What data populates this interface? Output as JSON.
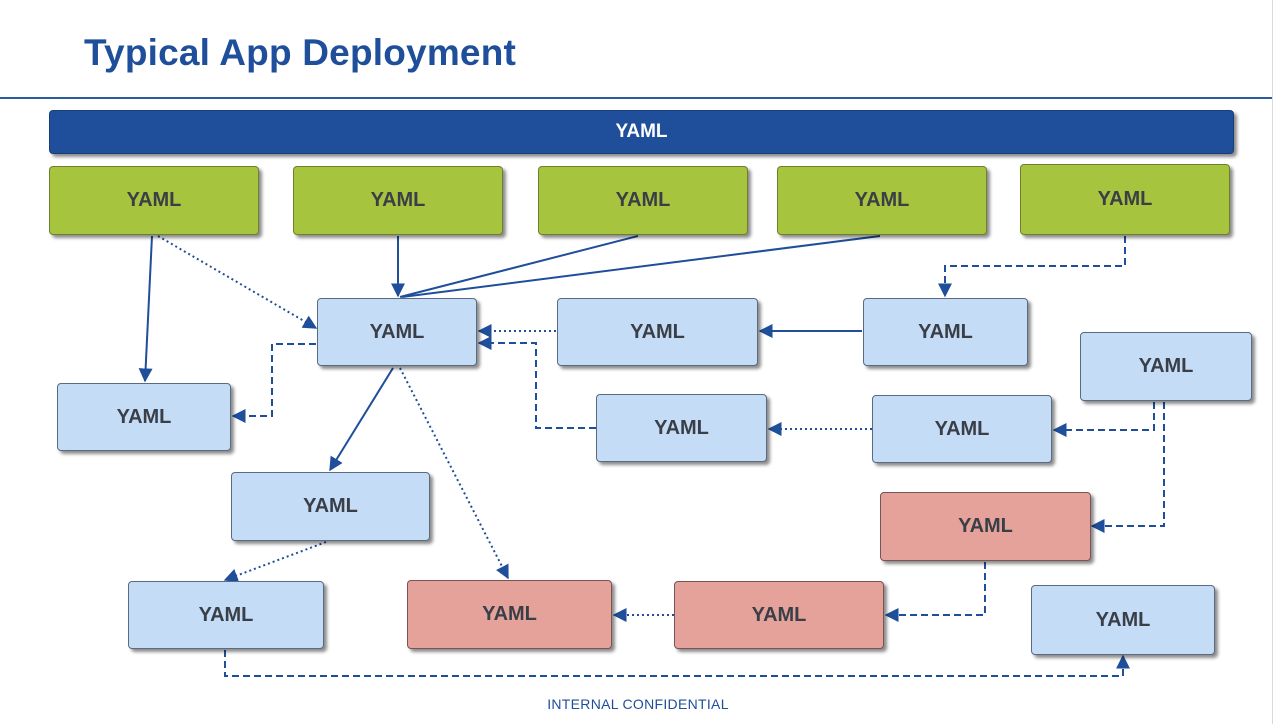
{
  "title": "Typical App Deployment",
  "footer": "INTERNAL CONFIDENTIAL",
  "colors": {
    "title": "#1f4e9a",
    "top_bar": "#1f4e9a",
    "green": "#a7c43e",
    "blue": "#c5dcf7",
    "red": "#e4a29b",
    "connector": "#1f4e9a"
  },
  "nodes": {
    "top_bar": "YAML",
    "green_1": "YAML",
    "green_2": "YAML",
    "green_3": "YAML",
    "green_4": "YAML",
    "green_5": "YAML",
    "center": "YAML",
    "blue_mid": "YAML",
    "blue_right": "YAML",
    "blue_left": "YAML",
    "blue_lower_mid": "YAML",
    "blue_lower_right": "YAML",
    "blue_far_right": "YAML",
    "blue_child": "YAML",
    "red_right": "YAML",
    "blue_bottom_left": "YAML",
    "red_bottom_mid": "YAML",
    "red_bottom_right": "YAML",
    "blue_bottom_far_right": "YAML"
  },
  "edges": [
    {
      "from": "green_1",
      "to": "blue_left",
      "style": "solid"
    },
    {
      "from": "green_1",
      "to": "center",
      "style": "dotted"
    },
    {
      "from": "green_2",
      "to": "center",
      "style": "solid"
    },
    {
      "from": "green_3",
      "to": "center",
      "style": "solid"
    },
    {
      "from": "green_4",
      "to": "center",
      "style": "solid"
    },
    {
      "from": "green_5",
      "to": "blue_right",
      "style": "dashed"
    },
    {
      "from": "blue_right",
      "to": "blue_mid",
      "style": "solid"
    },
    {
      "from": "blue_mid",
      "to": "center",
      "style": "dotted"
    },
    {
      "from": "blue_lower_mid",
      "to": "center",
      "style": "dashed"
    },
    {
      "from": "center",
      "to": "blue_left",
      "style": "dashed"
    },
    {
      "from": "center",
      "to": "blue_child",
      "style": "solid"
    },
    {
      "from": "center",
      "to": "red_bottom_mid",
      "style": "dotted"
    },
    {
      "from": "blue_lower_right",
      "to": "blue_lower_mid",
      "style": "dotted"
    },
    {
      "from": "blue_far_right",
      "to": "blue_lower_right",
      "style": "dashed"
    },
    {
      "from": "blue_far_right",
      "to": "red_right",
      "style": "dashed"
    },
    {
      "from": "red_right",
      "to": "red_bottom_right",
      "style": "dashed"
    },
    {
      "from": "red_bottom_right",
      "to": "red_bottom_mid",
      "style": "dotted"
    },
    {
      "from": "blue_child",
      "to": "blue_bottom_left",
      "style": "dotted"
    },
    {
      "from": "blue_bottom_left",
      "to": "blue_bottom_far_right",
      "style": "dashed"
    }
  ]
}
